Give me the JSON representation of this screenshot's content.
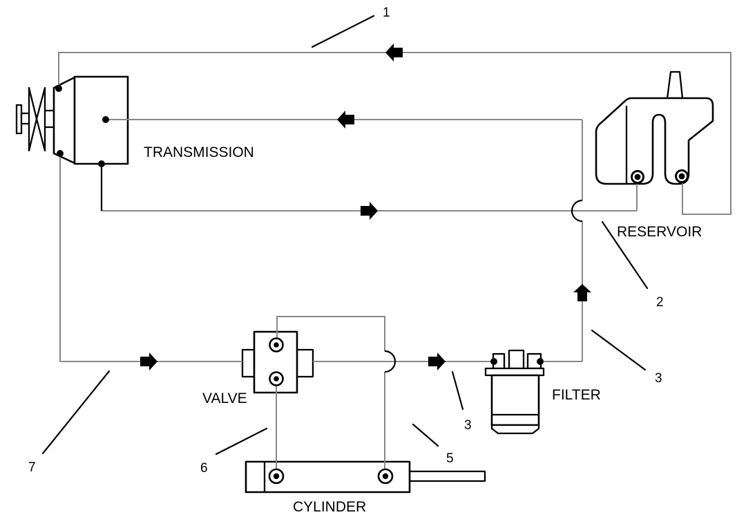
{
  "figure": {
    "kind": "hydraulic-transmission-circuit-schematic"
  },
  "colors": {
    "background": "#ffffff",
    "line_gray": "#878787",
    "black": "#000000"
  },
  "components": {
    "transmission": {
      "label": "TRANSMISSION"
    },
    "reservoir": {
      "label": "RESERVOIR"
    },
    "valve": {
      "label": "VALVE"
    },
    "filter": {
      "label": "FILTER"
    },
    "cylinder": {
      "label": "CYLINDER"
    }
  },
  "callouts": {
    "n1": "1",
    "n2": "2",
    "n3_right": "3",
    "n3_left": "3",
    "n5": "5",
    "n6": "6",
    "n7": "7"
  },
  "flow_arrows": [
    {
      "line": "reservoir-to-transmission-top",
      "direction": "left"
    },
    {
      "line": "filter-to-transmission-mid",
      "direction": "left"
    },
    {
      "line": "transmission-to-reservoir",
      "direction": "right"
    },
    {
      "line": "transmission-to-valve",
      "direction": "right"
    },
    {
      "line": "valve-to-filter",
      "direction": "right"
    },
    {
      "line": "filter-riser",
      "direction": "up"
    }
  ]
}
